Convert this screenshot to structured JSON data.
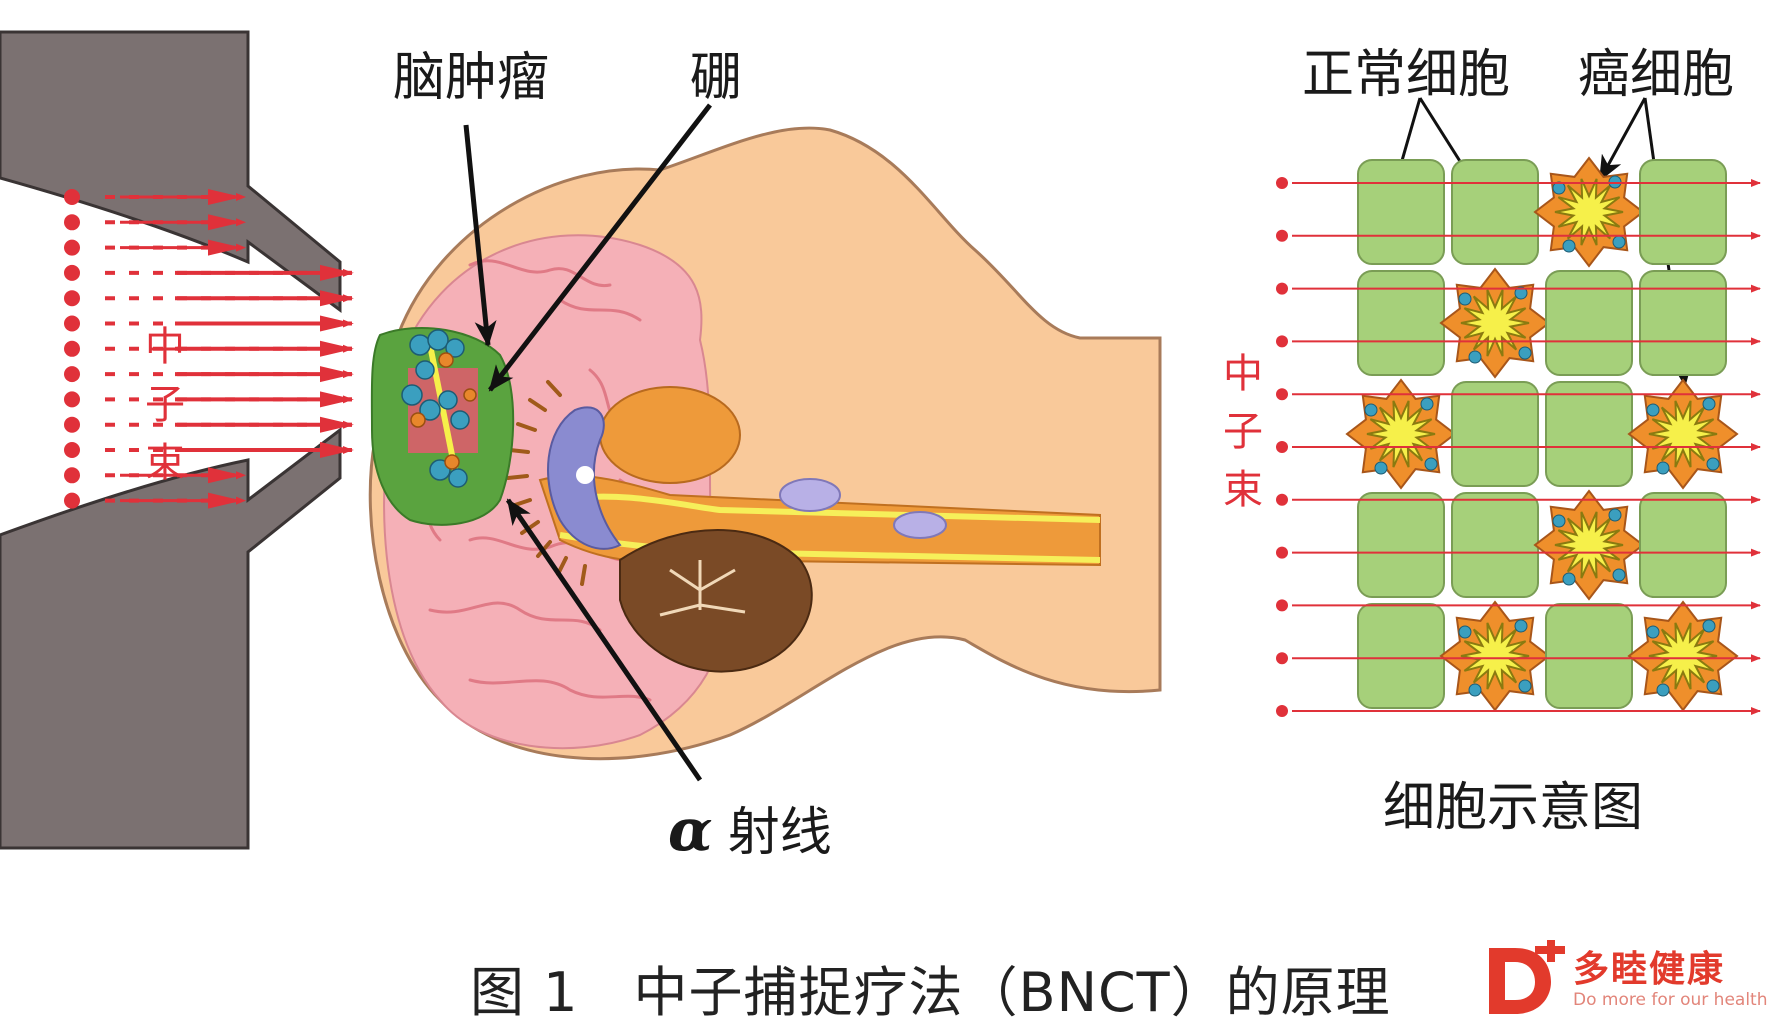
{
  "labels": {
    "brain_tumor": "脑肿瘤",
    "boron": "硼",
    "alpha_symbol": "α",
    "alpha_ray": "射线",
    "normal_cell": "正常细胞",
    "cancer_cell": "癌细胞",
    "cell_diagram": "细胞示意图",
    "neutron_beam_left": [
      "中",
      "子",
      "束"
    ],
    "neutron_beam_right": [
      "中",
      "子",
      "束"
    ]
  },
  "caption": "图 1　中子捕捉疗法（BNCT）的原理",
  "logo": {
    "name": "多睦健康",
    "tagline": "Do more for our health"
  },
  "cell_grid": {
    "rows": [
      [
        "normal",
        "normal",
        "cancer",
        "normal"
      ],
      [
        "normal",
        "cancer",
        "normal",
        "normal"
      ],
      [
        "cancer",
        "normal",
        "normal",
        "cancer"
      ],
      [
        "normal",
        "normal",
        "cancer",
        "normal"
      ],
      [
        "normal",
        "cancer",
        "normal",
        "cancer"
      ]
    ]
  },
  "colors": {
    "beam_red": "#e0313a",
    "normal_cell_green": "#a6d07a",
    "cancer_cell_orange": "#ef8f2b",
    "cancer_core_yellow": "#f6f04a",
    "skin": "#f9c99a",
    "brain_pink": "#f5b0b7",
    "tumor_green": "#5aa33f",
    "collimator_gray": "#7b7171"
  }
}
